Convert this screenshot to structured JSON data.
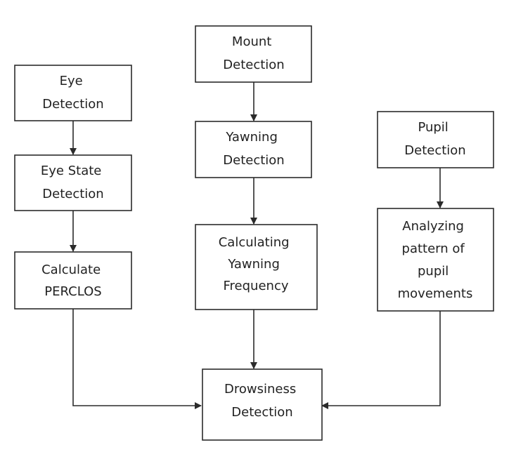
{
  "diagram": {
    "nodes": {
      "eye_detection": {
        "lines": [
          "Eye",
          "Detection"
        ]
      },
      "eye_state_detection": {
        "lines": [
          "Eye State",
          "Detection"
        ]
      },
      "calculate_perclos": {
        "lines": [
          "Calculate",
          "PERCLOS"
        ]
      },
      "mount_detection": {
        "lines": [
          "Mount",
          "Detection"
        ]
      },
      "yawning_detection": {
        "lines": [
          "Yawning",
          "Detection"
        ]
      },
      "calculating_yawning_frequency": {
        "lines": [
          "Calculating",
          "Yawning",
          "Frequency"
        ]
      },
      "pupil_detection": {
        "lines": [
          "Pupil",
          "Detection"
        ]
      },
      "analyzing_pupil_movements": {
        "lines": [
          "Analyzing",
          "pattern of",
          "pupil",
          "movements"
        ]
      },
      "drowsiness_detection": {
        "lines": [
          "Drowsiness",
          "Detection"
        ]
      }
    },
    "edges": [
      {
        "from": "eye_detection",
        "to": "eye_state_detection"
      },
      {
        "from": "eye_state_detection",
        "to": "calculate_perclos"
      },
      {
        "from": "mount_detection",
        "to": "yawning_detection"
      },
      {
        "from": "yawning_detection",
        "to": "calculating_yawning_frequency"
      },
      {
        "from": "pupil_detection",
        "to": "analyzing_pupil_movements"
      },
      {
        "from": "calculate_perclos",
        "to": "drowsiness_detection"
      },
      {
        "from": "calculating_yawning_frequency",
        "to": "drowsiness_detection"
      },
      {
        "from": "analyzing_pupil_movements",
        "to": "drowsiness_detection"
      }
    ]
  }
}
